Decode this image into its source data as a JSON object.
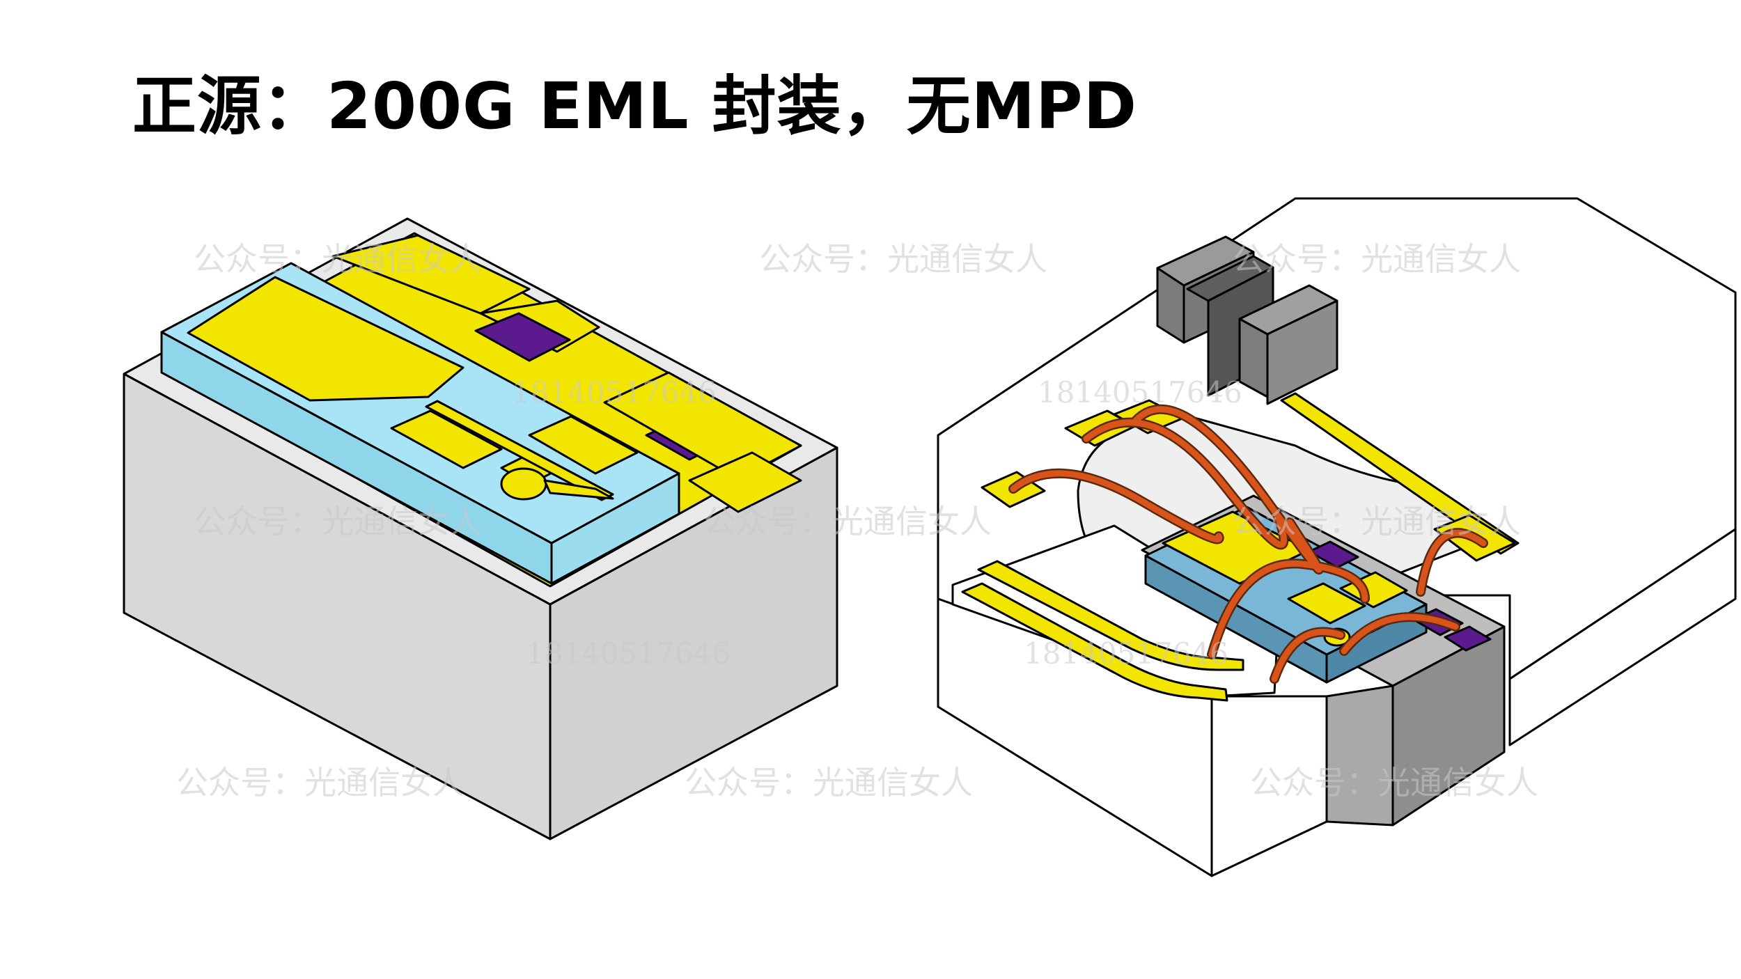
{
  "title": "正源：200G EML 封装，无MPD",
  "watermarks": {
    "brand": "公众号：光通信女人",
    "phone": "18140517646"
  },
  "colors": {
    "gold_pad": "#f2e600",
    "substrate_blue": "#a8e4f5",
    "chip_purple": "#5b1b8f",
    "wire_orange": "#d9541a",
    "block_gray": "#d7d7d7",
    "housing_white": "#ffffff",
    "dark_component": "#6b6b6b"
  },
  "figures": [
    {
      "name": "eml-chip-on-submount",
      "position": "left"
    },
    {
      "name": "eml-package-wirebond-cutaway",
      "position": "right"
    }
  ]
}
